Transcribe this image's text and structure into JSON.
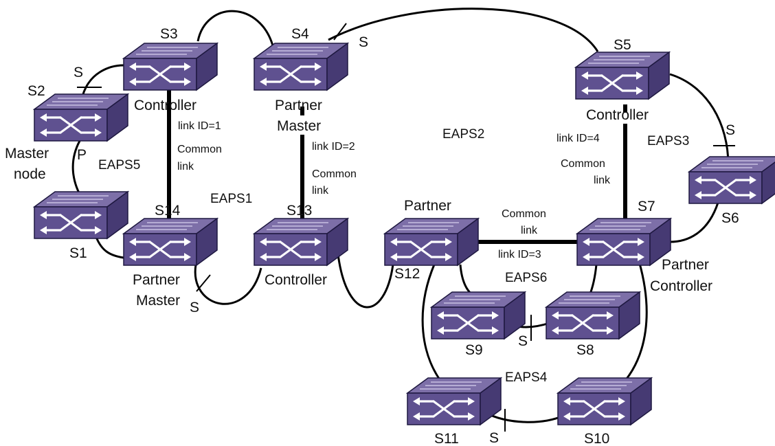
{
  "switches": {
    "s1": "S1",
    "s2": "S2",
    "s3": "S3",
    "s4": "S4",
    "s5": "S5",
    "s6": "S6",
    "s7": "S7",
    "s8": "S8",
    "s9": "S9",
    "s10": "S10",
    "s11": "S11",
    "s12": "S12",
    "s13": "S13",
    "s14": "S14"
  },
  "roles": {
    "controller": "Controller",
    "partner": "Partner",
    "master": "Master",
    "master_node_1": "Master",
    "master_node_2": "node",
    "p_port": "P",
    "s_port": "S"
  },
  "rings": {
    "eaps1": "EAPS1",
    "eaps2": "EAPS2",
    "eaps3": "EAPS3",
    "eaps4": "EAPS4",
    "eaps5": "EAPS5",
    "eaps6": "EAPS6"
  },
  "common_links": {
    "link1": {
      "id_label": "link ID=1",
      "line1": "Common",
      "line2": "link"
    },
    "link2": {
      "id_label": "link ID=2",
      "line1": "Common",
      "line2": "link"
    },
    "link3": {
      "id_label": "link ID=3",
      "line1": "Common",
      "line2": "link"
    },
    "link4": {
      "id_label": "link ID=4",
      "line1": "Common",
      "line2": "link"
    }
  },
  "colors": {
    "switch_top": "#7d6fa8",
    "switch_front": "#5f5190",
    "switch_side": "#463a73",
    "switch_outline": "#1e1840",
    "arrow": "#ffffff"
  }
}
